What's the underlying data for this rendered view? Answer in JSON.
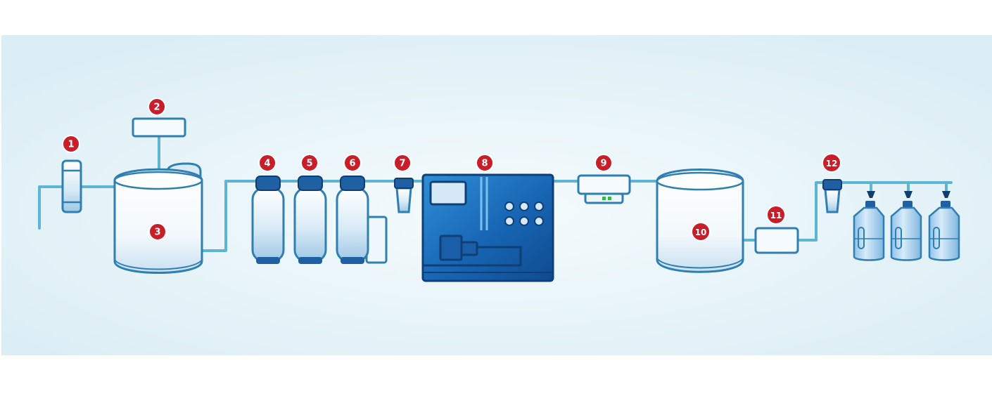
{
  "diagram": {
    "colors": {
      "panel_bg": "#e4f3f8",
      "pipe": "#5db4d3",
      "outline": "#2f7fb2",
      "vessel_fill": "#eef7fb",
      "vessel_shadow": "#c5dff0",
      "cap": "#1f5fa3",
      "machine": "#1a63b0",
      "badge": "#c81e2a",
      "indicator": "#3ab54a"
    },
    "badges": {
      "b1": "1",
      "b2": "2",
      "b3": "3",
      "b4": "4",
      "b5": "5",
      "b6": "6",
      "b7": "7",
      "b8": "8",
      "b9": "9",
      "b10": "10",
      "b11": "11",
      "b12": "12"
    }
  }
}
